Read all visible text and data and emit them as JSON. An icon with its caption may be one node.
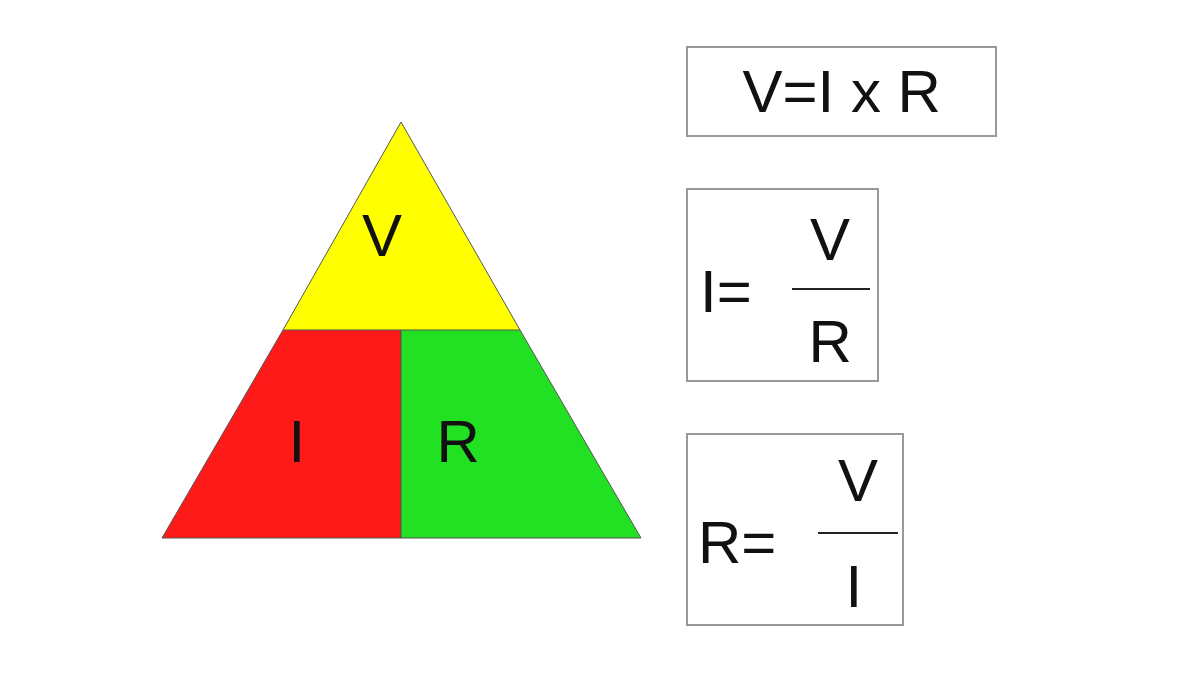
{
  "diagram": {
    "nodes": [
      {
        "text": [
          "V"
        ]
      },
      {
        "text": [
          "I"
        ]
      },
      {
        "text": [
          "R"
        ]
      },
      {
        "text": [
          "V=I x R"
        ]
      },
      {
        "text": [
          "I=",
          "V",
          "R"
        ]
      },
      {
        "text": [
          "R=",
          "V",
          "I"
        ]
      }
    ]
  }
}
